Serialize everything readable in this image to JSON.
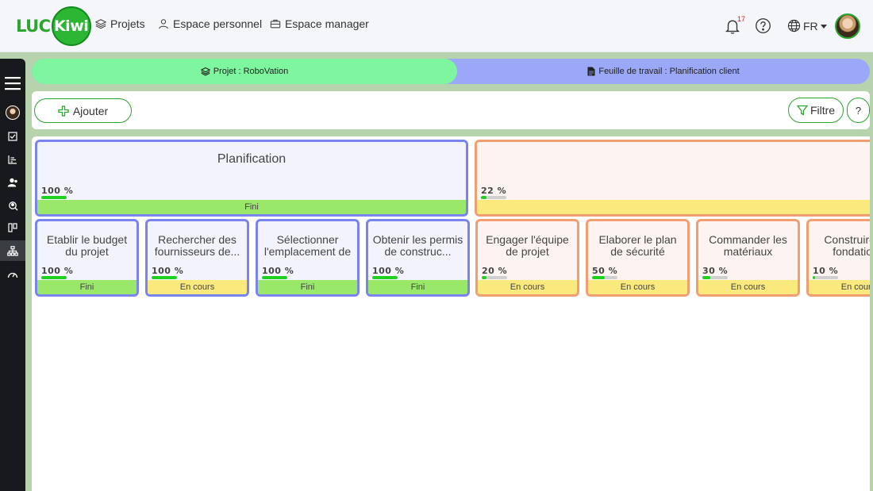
{
  "app": {
    "logo_left": "LUC",
    "logo_right": "Kiwi"
  },
  "nav": {
    "projets": "Projets",
    "espace_personnel": "Espace personnel",
    "espace_manager": "Espace manager"
  },
  "header": {
    "notification_count": "17",
    "language": "FR"
  },
  "tabs": {
    "project": "Projet : RoboVation",
    "sheet": "Feuille de travail : Planification client"
  },
  "toolbar": {
    "add_label": "Ajouter",
    "filter_label": "Filtre",
    "help_label": "?"
  },
  "parents": [
    {
      "title": "Planification",
      "percent": "100 %",
      "progress": 1.0,
      "status": "Fini",
      "kind": "done",
      "color": "blue"
    },
    {
      "title": "",
      "percent": "22 %",
      "progress": 0.22,
      "status": "",
      "kind": "progress",
      "color": "orange"
    }
  ],
  "children": [
    {
      "title": "Etablir le budget du projet",
      "percent": "100 %",
      "progress": 1.0,
      "status": "Fini",
      "kind": "done",
      "color": "blue"
    },
    {
      "title": "Rechercher des fournisseurs de...",
      "percent": "100 %",
      "progress": 1.0,
      "status": "En cours",
      "kind": "progress",
      "color": "blue"
    },
    {
      "title": "Sélectionner l'emplacement de",
      "percent": "100 %",
      "progress": 1.0,
      "status": "Fini",
      "kind": "done",
      "color": "blue"
    },
    {
      "title": "Obtenir les permis de construc...",
      "percent": "100 %",
      "progress": 1.0,
      "status": "Fini",
      "kind": "done",
      "color": "blue"
    },
    {
      "title": "Engager l'équipe de projet",
      "percent": "20 %",
      "progress": 0.2,
      "status": "En cours",
      "kind": "progress",
      "color": "orange"
    },
    {
      "title": "Elaborer le plan de sécurité",
      "percent": "50 %",
      "progress": 0.5,
      "status": "En cours",
      "kind": "progress",
      "color": "orange"
    },
    {
      "title": "Commander les matériaux nécess...",
      "percent": "30 %",
      "progress": 0.3,
      "status": "En cours",
      "kind": "progress",
      "color": "orange"
    },
    {
      "title": "Construire les fondations",
      "percent": "10 %",
      "progress": 0.1,
      "status": "En cours",
      "kind": "progress",
      "color": "orange"
    }
  ]
}
